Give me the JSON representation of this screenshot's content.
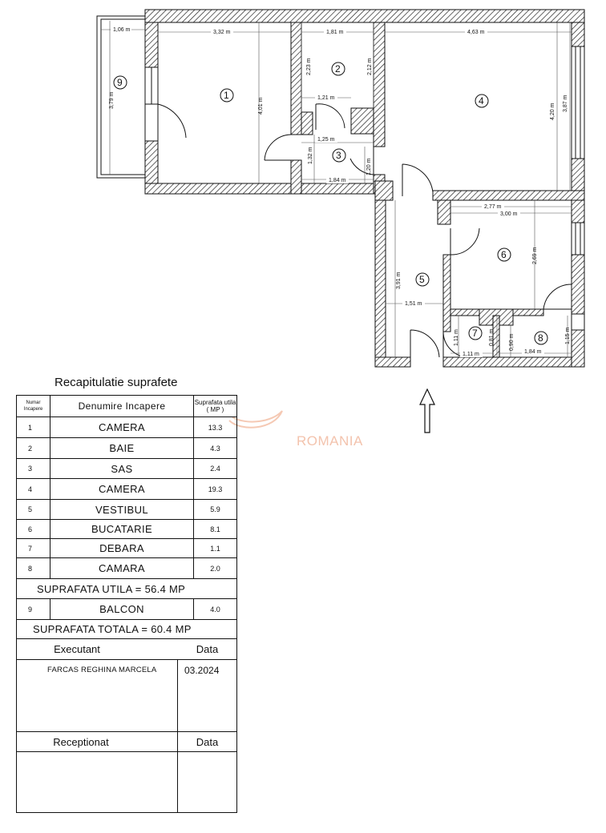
{
  "plan": {
    "rooms": [
      {
        "num": "1"
      },
      {
        "num": "2"
      },
      {
        "num": "3"
      },
      {
        "num": "4"
      },
      {
        "num": "5"
      },
      {
        "num": "6"
      },
      {
        "num": "7"
      },
      {
        "num": "8"
      },
      {
        "num": "9"
      }
    ],
    "dimensions": {
      "d_1_06": "1,06 m",
      "d_3_32": "3,32 m",
      "d_1_81": "1,81 m",
      "d_4_63": "4,63 m",
      "d_3_79": "3,79 m",
      "d_2_23": "2,23 m",
      "d_2_12": "2,12 m",
      "d_1_21": "1,21 m",
      "d_4_01": "4,01 m",
      "d_1_25": "1,25 m",
      "d_1_32": "1,32 m",
      "d_1_20": "1,20 m",
      "d_1_84a": "1,84 m",
      "d_4_20": "4,20 m",
      "d_3_87": "3,87 m",
      "d_2_77": "2,77 m",
      "d_3_00": "3,00 m",
      "d_2_69": "2,69 m",
      "d_3_91": "3,91 m",
      "d_1_51": "1,51 m",
      "d_1_11v": "1,11 m",
      "d_0_81": "0,81 m",
      "d_0_90": "0,90 m",
      "d_1_15": "1,15 m",
      "d_1_11h": "1,11 m",
      "d_1_84b": "1,84 m"
    }
  },
  "recap": {
    "title": "Recapitulatie suprafete",
    "header": {
      "num_line1": "Numar",
      "num_line2": "Incapere",
      "name": "Denumire Incapere",
      "area_line1": "Suprafata utila",
      "area_line2": "( MP )"
    },
    "rows": [
      {
        "num": "1",
        "name": "CAMERA",
        "area": "13.3"
      },
      {
        "num": "2",
        "name": "BAIE",
        "area": "4.3"
      },
      {
        "num": "3",
        "name": "SAS",
        "area": "2.4"
      },
      {
        "num": "4",
        "name": "CAMERA",
        "area": "19.3"
      },
      {
        "num": "5",
        "name": "VESTIBUL",
        "area": "5.9"
      },
      {
        "num": "6",
        "name": "BUCATARIE",
        "area": "8.1"
      },
      {
        "num": "7",
        "name": "DEBARA",
        "area": "1.1"
      },
      {
        "num": "8",
        "name": "CAMARA",
        "area": "2.0"
      }
    ],
    "useful_total": "SUPRAFATA UTILA = 56.4 MP",
    "balcony": {
      "num": "9",
      "name": "BALCON",
      "area": "4.0"
    },
    "grand_total": "SUPRAFATA  TOTALA = 60.4 MP",
    "executant_label": "Executant",
    "data_label": "Data",
    "executant_name": "FARCAS REGHINA MARCELA",
    "executant_date": "03.2024",
    "receptionat_label": "Receptionat",
    "receptionat_data_label": "Data"
  },
  "watermark": {
    "text": "ROMANIA"
  }
}
